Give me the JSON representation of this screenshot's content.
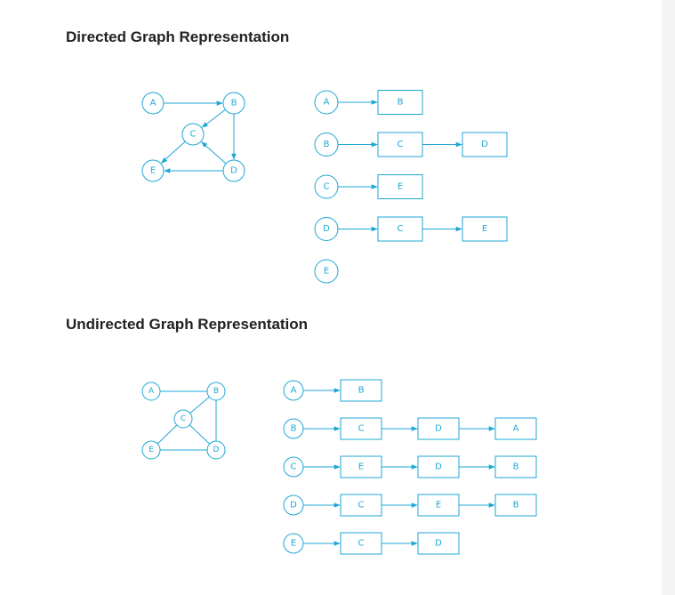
{
  "colors": {
    "accent": "#1ea7d4",
    "heading": "#222222"
  },
  "directed": {
    "title": "Directed Graph Representation",
    "nodes": [
      "A",
      "B",
      "C",
      "D",
      "E"
    ],
    "edges": [
      [
        "A",
        "B"
      ],
      [
        "B",
        "C"
      ],
      [
        "B",
        "D"
      ],
      [
        "C",
        "E"
      ],
      [
        "D",
        "C"
      ],
      [
        "D",
        "E"
      ]
    ],
    "adjacency_list": [
      {
        "vertex": "A",
        "neighbors": [
          "B"
        ]
      },
      {
        "vertex": "B",
        "neighbors": [
          "C",
          "D"
        ]
      },
      {
        "vertex": "C",
        "neighbors": [
          "E"
        ]
      },
      {
        "vertex": "D",
        "neighbors": [
          "C",
          "E"
        ]
      },
      {
        "vertex": "E",
        "neighbors": []
      }
    ]
  },
  "undirected": {
    "title": "Undirected Graph Representation",
    "nodes": [
      "A",
      "B",
      "C",
      "D",
      "E"
    ],
    "edges": [
      [
        "A",
        "B"
      ],
      [
        "B",
        "C"
      ],
      [
        "B",
        "D"
      ],
      [
        "C",
        "E"
      ],
      [
        "C",
        "D"
      ],
      [
        "E",
        "D"
      ]
    ],
    "adjacency_list": [
      {
        "vertex": "A",
        "neighbors": [
          "B"
        ]
      },
      {
        "vertex": "B",
        "neighbors": [
          "C",
          "D",
          "A"
        ]
      },
      {
        "vertex": "C",
        "neighbors": [
          "E",
          "D",
          "B"
        ]
      },
      {
        "vertex": "D",
        "neighbors": [
          "C",
          "E",
          "B"
        ]
      },
      {
        "vertex": "E",
        "neighbors": [
          "C",
          "D"
        ]
      }
    ]
  }
}
